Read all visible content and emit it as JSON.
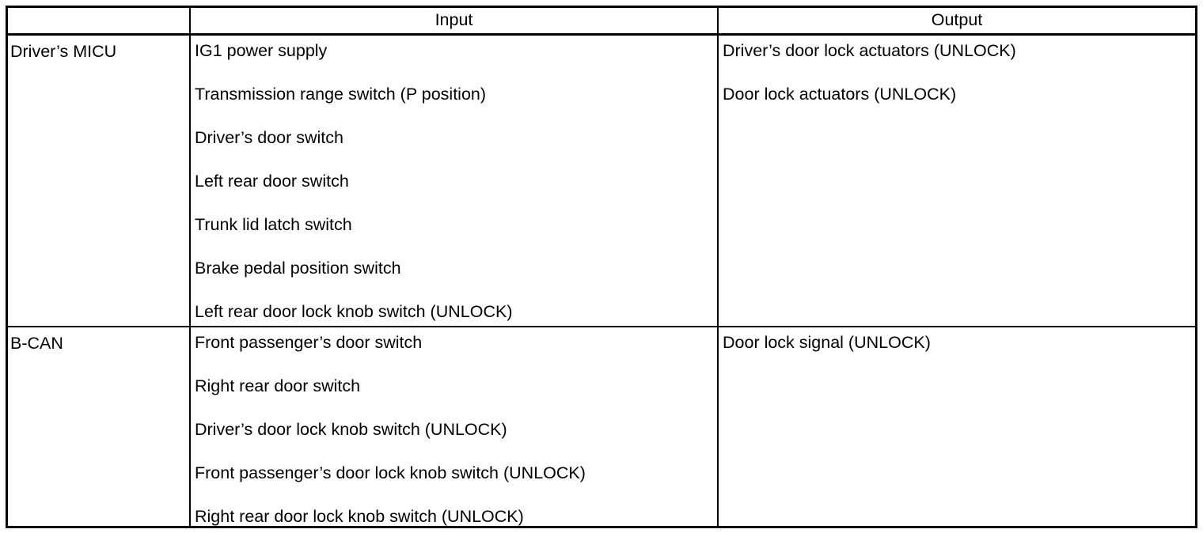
{
  "table": {
    "headers": {
      "source": "",
      "input": "Input",
      "output": "Output"
    },
    "rows": [
      {
        "source": "Driver’s MICU",
        "inputs": [
          "IG1 power supply",
          "Transmission range switch (P position)",
          "Driver’s door switch",
          "Left rear door switch",
          "Trunk lid latch switch",
          "Brake pedal position switch",
          "Left rear door lock knob switch (UNLOCK)"
        ],
        "outputs": [
          "Driver’s door lock actuators (UNLOCK)",
          "Door lock actuators (UNLOCK)"
        ]
      },
      {
        "source": "B-CAN",
        "inputs": [
          "Front passenger’s door switch",
          "Right rear door switch",
          "Driver’s door lock knob switch (UNLOCK)",
          "Front passenger’s door lock knob switch (UNLOCK)",
          "Right rear door lock knob switch (UNLOCK)"
        ],
        "outputs": [
          "Door lock signal (UNLOCK)"
        ]
      }
    ],
    "colors": {
      "border": "#000000",
      "text": "#000000",
      "background": "#ffffff"
    }
  }
}
